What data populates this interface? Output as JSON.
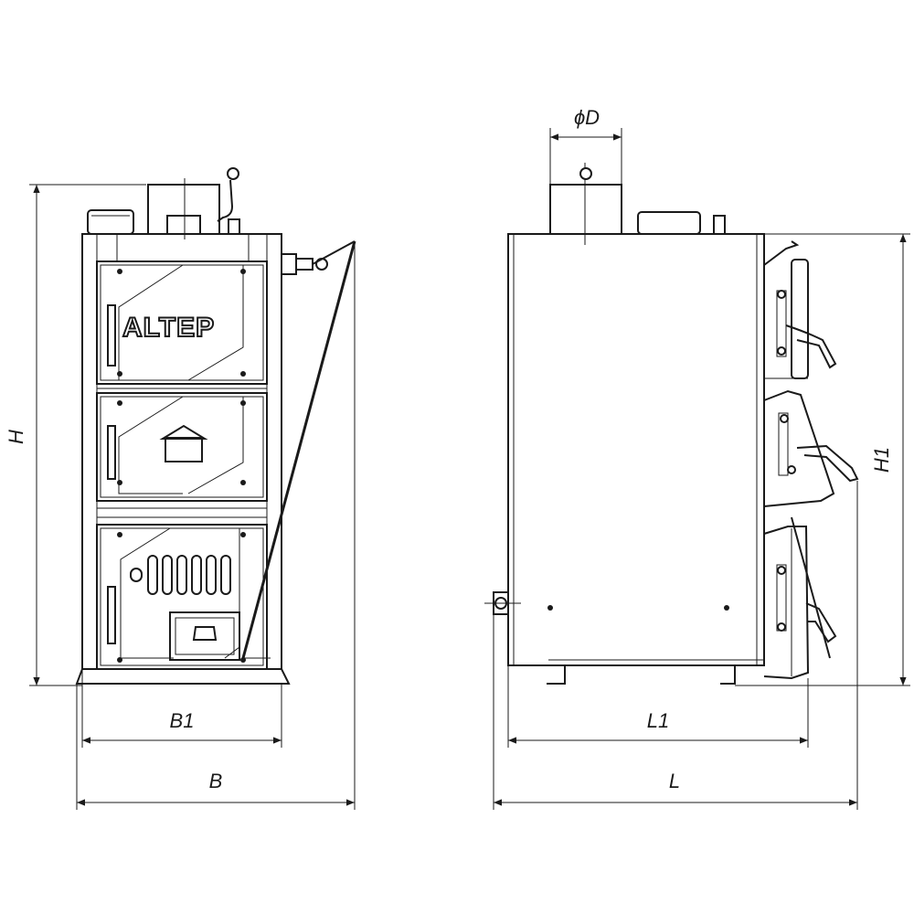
{
  "brand": {
    "logo_text": "ALTEP"
  },
  "dimensions": {
    "height": "H",
    "height_side": "H1",
    "width_inner": "B1",
    "width_total": "B",
    "length_inner": "L1",
    "length_total": "L",
    "flue_diameter": "ϕD"
  },
  "icons": {
    "house": "house-icon",
    "arrow": "dimension-arrow-icon"
  },
  "colors": {
    "line": "#1a1a1a",
    "background": "#ffffff"
  }
}
